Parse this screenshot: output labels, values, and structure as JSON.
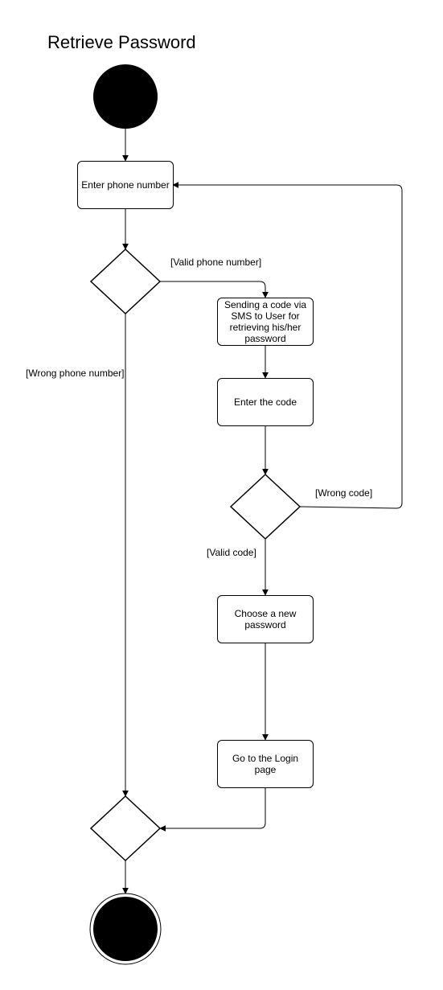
{
  "title": "Retrieve Password",
  "actions": {
    "enter_phone": "Enter phone number",
    "send_code": "Sending a code via SMS to User for retrieving his/her password",
    "enter_code": "Enter the code",
    "choose_password": "Choose a new password",
    "go_login": "Go to the Login page"
  },
  "guards": {
    "valid_phone": "[Valid phone number]",
    "wrong_phone": "[Wrong phone number]",
    "wrong_code": "[Wrong code]",
    "valid_code": "[Valid code]"
  }
}
